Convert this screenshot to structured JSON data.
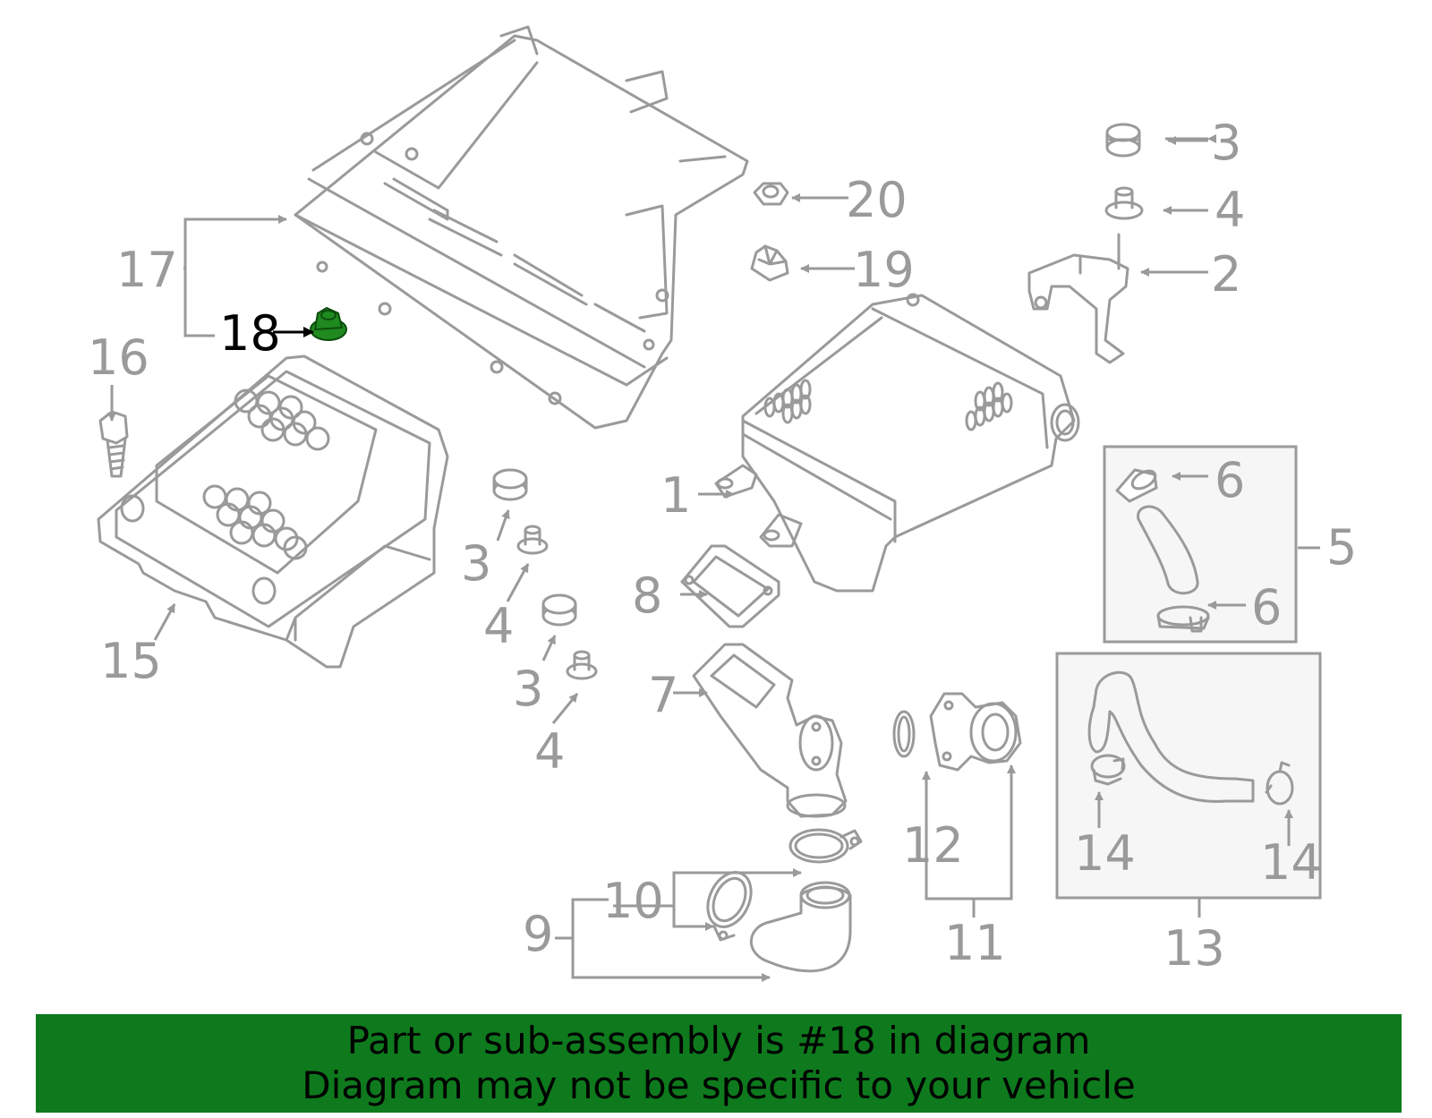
{
  "callouts": {
    "c1": "1",
    "c2": "2",
    "c3a": "3",
    "c3b": "3",
    "c3c": "3",
    "c4a": "4",
    "c4b": "4",
    "c4c": "4",
    "c5": "5",
    "c6a": "6",
    "c6b": "6",
    "c7": "7",
    "c8": "8",
    "c9": "9",
    "c10": "10",
    "c11": "11",
    "c12": "12",
    "c13": "13",
    "c14a": "14",
    "c14b": "14",
    "c15": "15",
    "c16": "16",
    "c17": "17",
    "c18": "18",
    "c19": "19",
    "c20": "20"
  },
  "highlight": {
    "part_number": "18",
    "color": "#1f8a1f"
  },
  "banner": {
    "line1": "Part or sub-assembly is #18 in diagram",
    "line2": "Diagram may not be specific to your vehicle",
    "color": "#0e7a1d"
  }
}
